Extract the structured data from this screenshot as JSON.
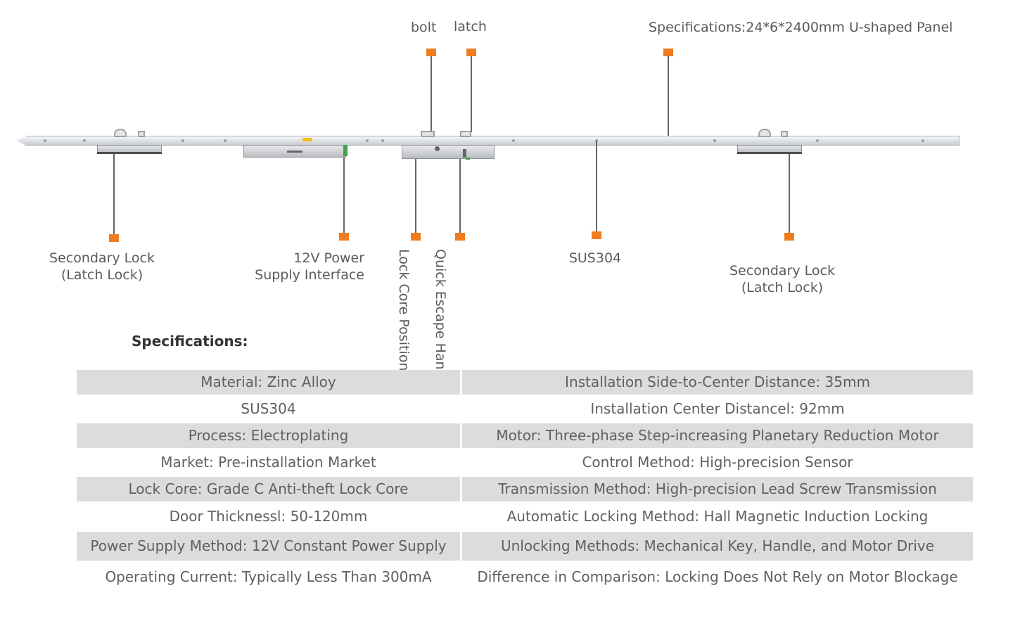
{
  "labels": {
    "bolt": "bolt",
    "latch": "latch",
    "specs_top": "Specifications:24*6*2400mm  U-shaped Panel",
    "secondary_left_1": "Secondary Lock",
    "secondary_left_2": "(Latch Lock)",
    "power_1": "12V Power",
    "power_2": "Supply Interface",
    "lock_core_1": "Lock Core",
    "lock_core_2": "Position",
    "quick_escape_1": "Quick Escape",
    "quick_escape_2": "Handle",
    "sus304": "SUS304",
    "secondary_right_1": "Secondary Lock",
    "secondary_right_2": "(Latch Lock)"
  },
  "colors": {
    "marker": "#f07c1e",
    "rail": "#dfe2e5",
    "shade": "#dcdcdc"
  },
  "specifications": {
    "title": "Specifications:",
    "rows": [
      {
        "left": "Material: Zinc Alloy",
        "right": "Installation Side-to-Center Distance: 35mm"
      },
      {
        "left": "SUS304",
        "right": "Installation Center Distancel: 92mm"
      },
      {
        "left": "Process: Electroplating",
        "right": "Motor: Three-phase Step-increasing Planetary Reduction Motor"
      },
      {
        "left": "Market: Pre-installation Market",
        "right": "Control Method: High-precision Sensor"
      },
      {
        "left": "Lock Core: Grade C Anti-theft Lock Core",
        "right": "Transmission Method: High-precision Lead Screw Transmission"
      },
      {
        "left": "Door Thicknessl: 50-120mm",
        "right": "Automatic Locking Method: Hall Magnetic Induction Locking"
      },
      {
        "left": "Power Supply Method: 12V Constant Power Supply",
        "right": "Unlocking Methods: Mechanical Key, Handle, and Motor Drive"
      },
      {
        "left": "Operating Current: Typically Less Than 300mA",
        "right": "Difference in Comparison: Locking Does Not Rely on Motor Blockage"
      }
    ]
  }
}
